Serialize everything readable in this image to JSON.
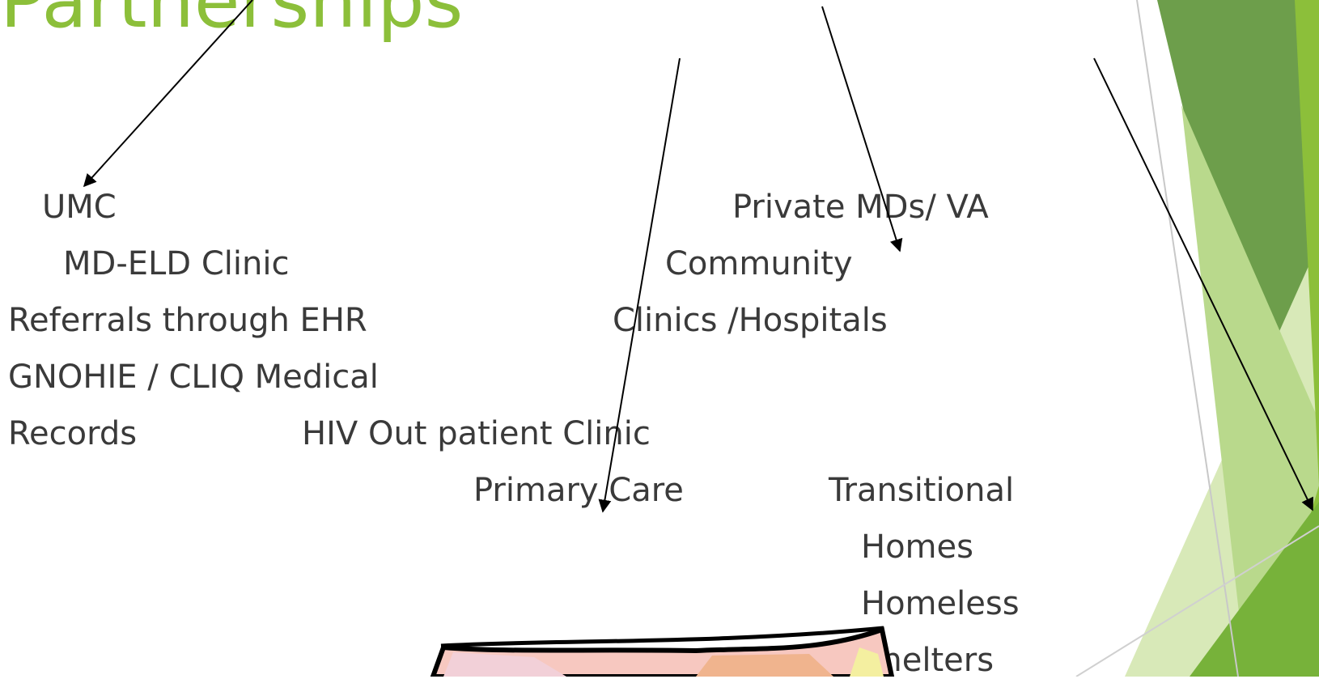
{
  "slide": {
    "title": "Partnerships",
    "labels": {
      "umc": "UMC",
      "md_eld": "MD-ELD Clinic",
      "referrals": "Referrals through EHR",
      "gnohie": "GNOHIE / CLIQ Medical",
      "records": "Records",
      "hiv": "HIV Out patient Clinic",
      "primary_care": "Primary Care",
      "private_mds": "Private MDs/ VA",
      "community": "Community",
      "clinics": "Clinics /Hospitals",
      "transitional": "Transitional",
      "homes": "Homes",
      "homeless": "Homeless",
      "shelters": "Shelters"
    }
  },
  "colors": {
    "title": "#8cbf3a",
    "text": "#3a3a3a",
    "accent_dark": "#5f9a3a",
    "accent_light": "#cfe6a6"
  }
}
